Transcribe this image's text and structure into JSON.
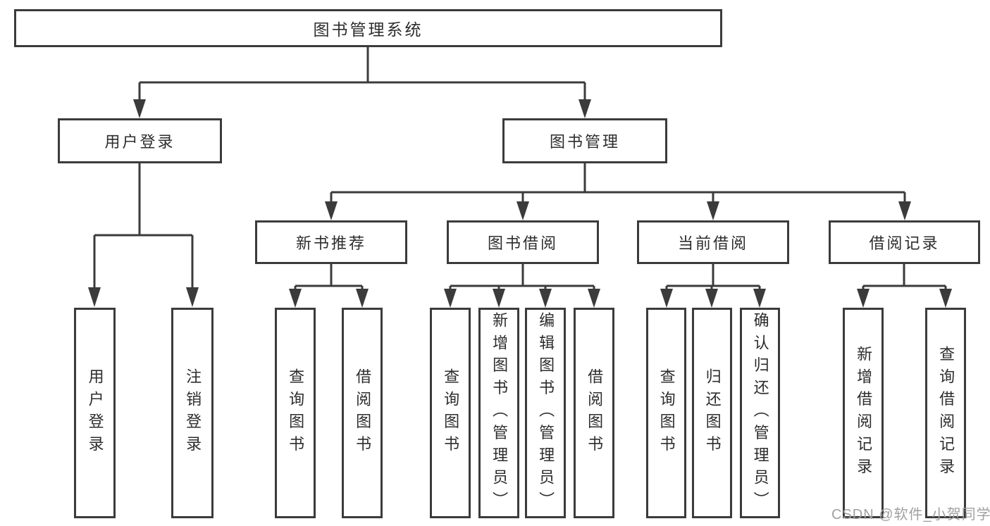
{
  "tree": {
    "root": {
      "label": "图书管理系统"
    },
    "user_login": {
      "label": "用户登录",
      "children": [
        {
          "label": "用户登录"
        },
        {
          "label": "注销登录"
        }
      ]
    },
    "book_management": {
      "label": "图书管理",
      "sections": [
        {
          "label": "新书推荐",
          "children": [
            {
              "label": "查询图书"
            },
            {
              "label": "借阅图书"
            }
          ]
        },
        {
          "label": "图书借阅",
          "children": [
            {
              "label": "查询图书"
            },
            {
              "label": "新增图书（管理员）"
            },
            {
              "label": "编辑图书（管理员）"
            },
            {
              "label": "借阅图书"
            }
          ]
        },
        {
          "label": "当前借阅",
          "children": [
            {
              "label": "查询图书"
            },
            {
              "label": "归还图书"
            },
            {
              "label": "确认归还（管理员）"
            }
          ]
        },
        {
          "label": "借阅记录",
          "children": [
            {
              "label": "新增借阅记录"
            },
            {
              "label": "查询借阅记录"
            }
          ]
        }
      ]
    }
  },
  "watermark": "CSDN @软件_小贺同学",
  "colors": {
    "line": "#3b3b3b",
    "text": "#2d2d2d",
    "background": "#ffffff",
    "watermark": "#a0a0a0"
  }
}
